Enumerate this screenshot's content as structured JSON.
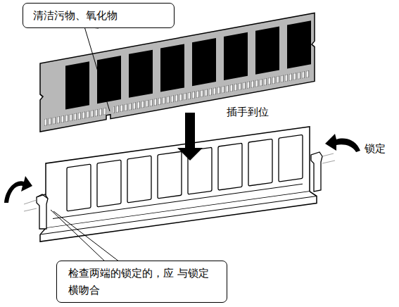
{
  "diagram": {
    "nodes": [
      {
        "text": [
          "清洁污物、氧化物"
        ]
      },
      {
        "text": [
          "检查两端的锁定的，应 与锁定横吻合"
        ]
      }
    ],
    "labels": [
      "插手到位",
      "锁定"
    ]
  }
}
